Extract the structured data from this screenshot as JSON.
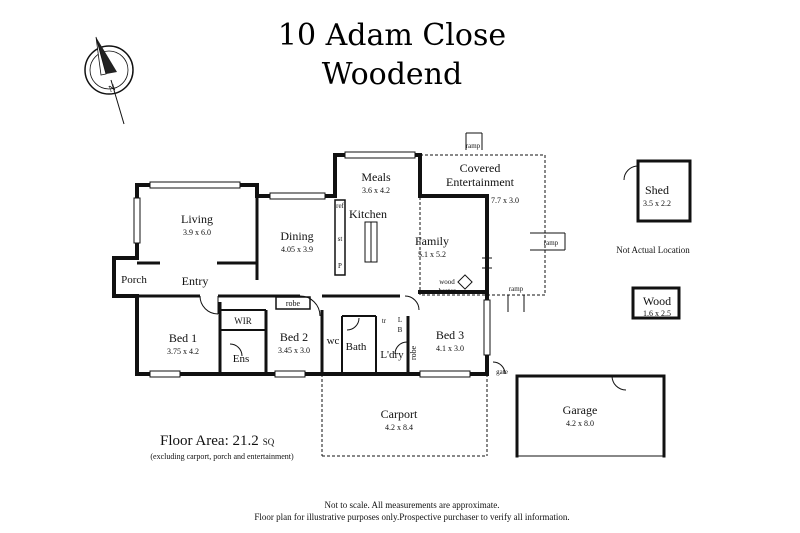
{
  "title": {
    "line1": "10 Adam Close",
    "line2": "Woodend"
  },
  "rooms": {
    "meals": {
      "name": "Meals",
      "dims": "3.6 x 4.2"
    },
    "covered": {
      "name1": "Covered",
      "name2": "Entertainment",
      "dims": "7.7 x 3.0"
    },
    "living": {
      "name": "Living",
      "dims": "3.9 x 6.0"
    },
    "dining": {
      "name": "Dining",
      "dims": "4.05 x 3.9"
    },
    "kitchen": {
      "name": "Kitchen"
    },
    "family": {
      "name": "Family",
      "dims": "5.1 x 5.2"
    },
    "porch": {
      "name": "Porch"
    },
    "entry": {
      "name": "Entry"
    },
    "bed1": {
      "name": "Bed 1",
      "dims": "3.75 x 4.2"
    },
    "bed2": {
      "name": "Bed 2",
      "dims": "3.45 x 3.0"
    },
    "bed3": {
      "name": "Bed 3",
      "dims": "4.1 x 3.0"
    },
    "wir": {
      "name": "WIR"
    },
    "ens": {
      "name": "Ens"
    },
    "robe": {
      "name": "robe"
    },
    "robe3": {
      "name": "robe"
    },
    "wc": {
      "name": "wc"
    },
    "bath": {
      "name": "Bath"
    },
    "ldry": {
      "name": "L'dry"
    },
    "carport": {
      "name": "Carport",
      "dims": "4.2 x 8.4"
    },
    "garage": {
      "name": "Garage",
      "dims": "4.2 x 8.0"
    },
    "shed": {
      "name": "Shed",
      "dims": "3.5 x 2.2"
    },
    "wood": {
      "name": "Wood",
      "dims": "1.6 x 2.5"
    }
  },
  "fixtures": {
    "ref": "ref",
    "st": "st",
    "p": "P",
    "wood_heater1": "wood",
    "wood_heater2": "heater",
    "tr": "tr",
    "l": "L",
    "b": "B",
    "ramp_top": "ramp",
    "ramp_right": "ramp",
    "ramp_bottom": "ramp",
    "gate": "gate"
  },
  "notes": {
    "not_actual_location": "Not Actual Location",
    "floor_area": "Floor Area: 21.2",
    "floor_area_unit": "SQ",
    "floor_area_note": "(excluding carport, porch and entertainment)",
    "disclaimer1": "Not to scale. All measurements are approximate.",
    "disclaimer2": "Floor plan for illustrative purposes only.Prospective purchaser to verify all information."
  },
  "compass": {
    "label": "N"
  }
}
